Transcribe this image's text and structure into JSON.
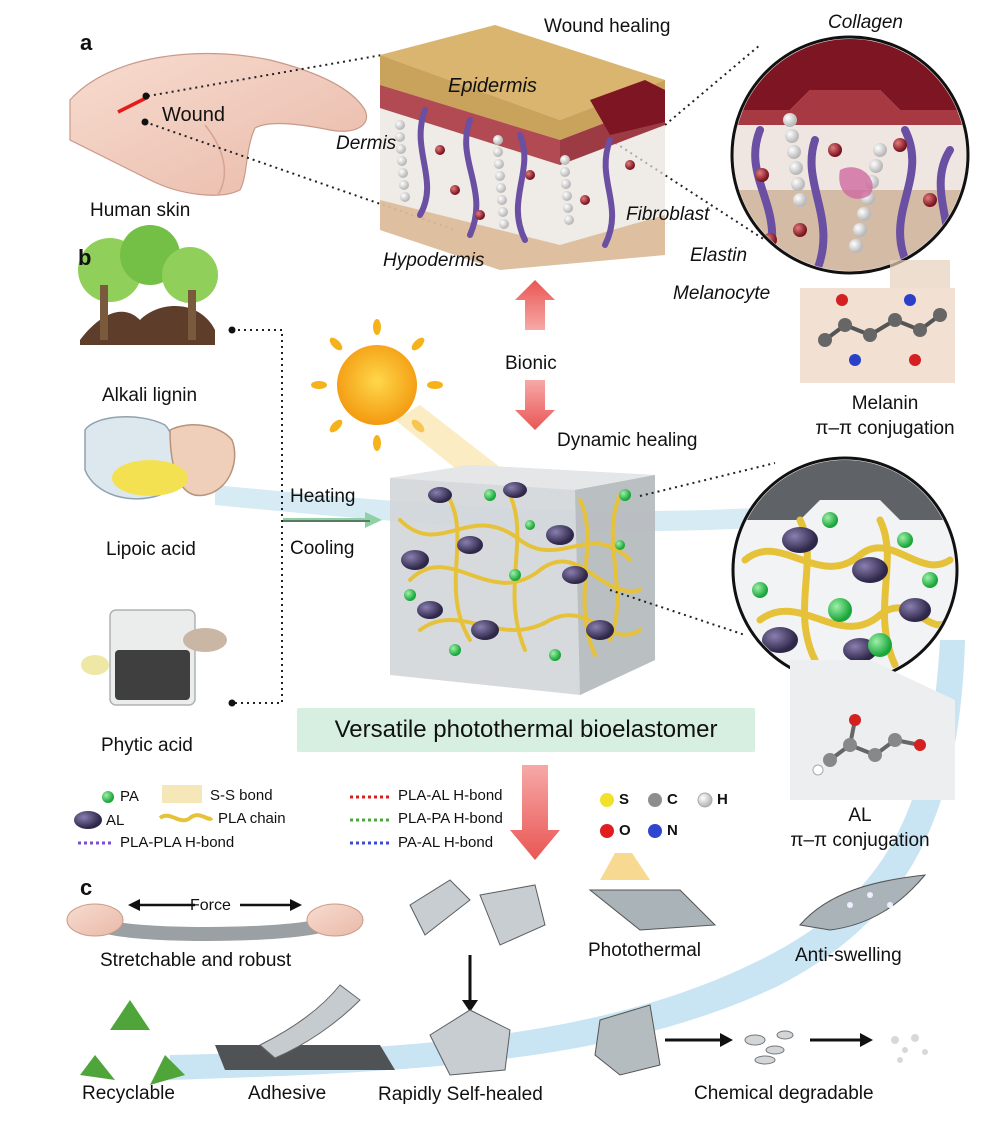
{
  "panels": {
    "a": "a",
    "b": "b",
    "c": "c"
  },
  "skin": {
    "wound_healing": "Wound healing",
    "epidermis": "Epidermis",
    "dermis": "Dermis",
    "hypodermis": "Hypodermis",
    "wound": "Wound",
    "human_skin": "Human skin",
    "collagen": "Collagen",
    "fibroblast": "Fibroblast",
    "elastin": "Elastin",
    "melanocyte": "Melanocyte"
  },
  "melanin": {
    "line1": "Melanin",
    "line2": "π–π conjugation"
  },
  "arrows": {
    "bionic": "Bionic",
    "dynamic_healing": "Dynamic healing",
    "heating": "Heating",
    "cooling": "Cooling"
  },
  "materials": {
    "alkali_lignin": "Alkali lignin",
    "lipoic_acid": "Lipoic acid",
    "phytic_acid": "Phytic acid"
  },
  "title": "Versatile photothermal bioelastomer",
  "al_conj": {
    "line1": "AL",
    "line2": "π–π conjugation"
  },
  "legend": {
    "pa": "PA",
    "al": "AL",
    "ss_bond": "S-S bond",
    "pla_chain": "PLA chain",
    "pla_al": "PLA-AL H-bond",
    "pla_pa": "PLA-PA H-bond",
    "pla_pla": "PLA-PLA H-bond",
    "pa_al": "PA-AL H-bond",
    "s": "S",
    "c": "C",
    "h": "H",
    "o": "O",
    "n": "N"
  },
  "properties": {
    "force": "Force",
    "stretchable": "Stretchable and robust",
    "photothermal": "Photothermal",
    "anti_swelling": "Anti-swelling",
    "recyclable": "Recyclable",
    "adhesive": "Adhesive",
    "self_healed": "Rapidly Self-healed",
    "degradable": "Chemical degradable"
  },
  "colors": {
    "epidermis": "#d9b56f",
    "dermis": "#b14a52",
    "elastin": "#6a4fa3",
    "pla": "#e6c23a",
    "pa": "#3fcf5a",
    "al": "#4b3e6b",
    "sun": "#f6b21b",
    "arrow": "#f07a78",
    "flow": "#bfe0ee",
    "title_bg": "#d6efe0",
    "recycle": "#4fa53a"
  },
  "icons": [
    "hand-icon",
    "sun-icon",
    "tree-icon",
    "cell-icon",
    "jar-icon",
    "recycle-icon",
    "molecule-icon"
  ]
}
